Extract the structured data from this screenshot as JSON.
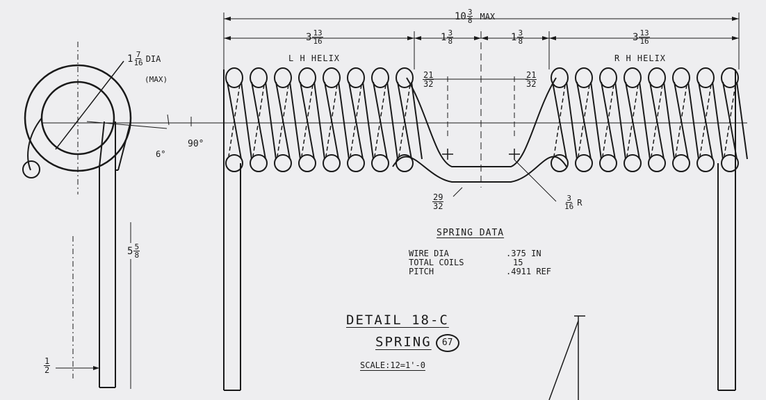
{
  "dims": {
    "overall": {
      "whole": "10",
      "num": "3",
      "den": "8",
      "suffix": "MAX"
    },
    "left_helix_length": {
      "whole": "3",
      "num": "13",
      "den": "16"
    },
    "right_helix_length": {
      "whole": "3",
      "num": "13",
      "den": "16"
    },
    "center_left": {
      "whole": "1",
      "num": "3",
      "den": "8"
    },
    "center_right": {
      "whole": "1",
      "num": "3",
      "den": "8"
    },
    "coil_dia": {
      "whole": "1",
      "num": "7",
      "den": "16",
      "suffix": "DIA",
      "note": "(MAX)"
    },
    "offset_left": {
      "num": "21",
      "den": "32"
    },
    "offset_right": {
      "num": "21",
      "den": "32"
    },
    "drop": {
      "num": "29",
      "den": "32"
    },
    "bend_radius": {
      "num": "3",
      "den": "16",
      "suffix": "R"
    },
    "leg_length": {
      "whole": "5",
      "num": "5",
      "den": "8"
    },
    "leg_offset": {
      "num": "1",
      "den": "2"
    },
    "angle_small": "6°",
    "angle_right": "90°"
  },
  "helix_labels": {
    "left": "L H HELIX",
    "right": "R H HELIX"
  },
  "spring_data": {
    "title": "SPRING DATA",
    "rows": [
      {
        "label": "WIRE DIA",
        "value": ".375 IN"
      },
      {
        "label": "TOTAL COILS",
        "value": "15"
      },
      {
        "label": "PITCH",
        "value": ".4911 REF"
      }
    ]
  },
  "detail": {
    "title": "DETAIL 18-C",
    "name": "SPRING",
    "item_number": "67",
    "scale": "SCALE:12=1'-0"
  },
  "coils": {
    "left_count": 8,
    "right_count": 8
  }
}
